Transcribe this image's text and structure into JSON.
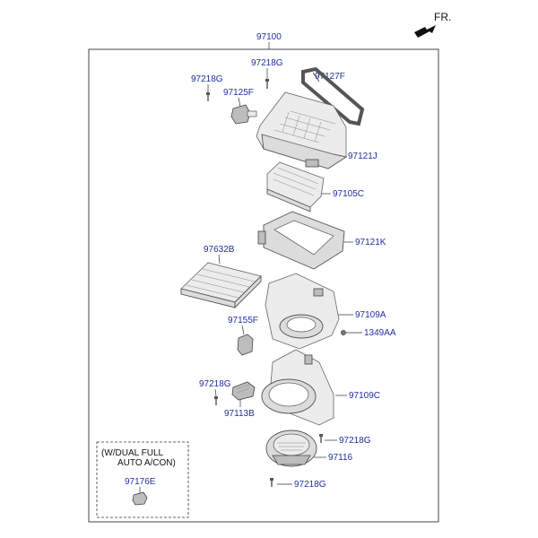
{
  "direction_label": "FR.",
  "assembly_label": "97100",
  "parts": {
    "screw_top_left": "97218G",
    "screw_top_center": "97218G",
    "actuator": "97125F",
    "seal": "97127F",
    "upper_case": "97121J",
    "intake_door": "97105C",
    "filter_frame": "97121K",
    "air_filter": "97632B",
    "resistor": "97155F",
    "lower_case": "97109A",
    "clip": "1349AA",
    "screw_mid_left": "97218G",
    "control_unit": "97113B",
    "scroll_case": "97109C",
    "screw_lower_right": "97218G",
    "blower_motor": "97116",
    "screw_bottom": "97218G"
  },
  "option_box": {
    "line1": "(W/DUAL FULL",
    "line2": "AUTO A/CON)",
    "part": "97176E"
  }
}
